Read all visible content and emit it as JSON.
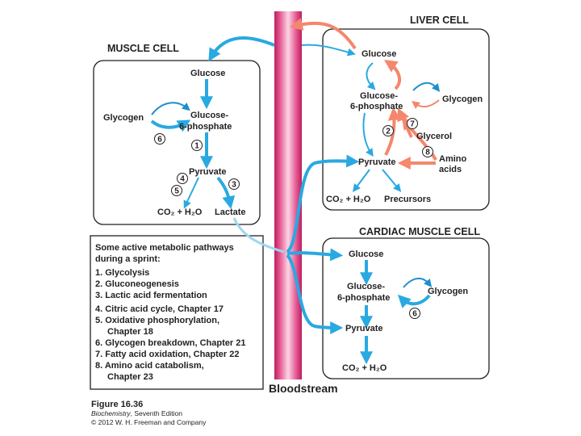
{
  "liver_cell": {
    "title": "LIVER CELL",
    "glucose": "Glucose",
    "g6p_line1": "Glucose-",
    "g6p_line2": "6-phosphate",
    "glycogen": "Glycogen",
    "glycerol": "Glycerol",
    "amino_line1": "Amino",
    "amino_line2": "acids",
    "pyruvate": "Pyruvate",
    "co2_h2o": "CO₂ + H₂O",
    "precursors": "Precursors",
    "step2": "2",
    "step7": "7",
    "step8": "8"
  },
  "muscle_cell": {
    "title": "MUSCLE CELL",
    "glucose": "Glucose",
    "glycogen": "Glycogen",
    "g6p_line1": "Glucose-",
    "g6p_line2": "6-phosphate",
    "pyruvate": "Pyruvate",
    "co2_h2o": "CO₂ + H₂O",
    "lactate": "Lactate",
    "step6": "6",
    "step1": "1",
    "step4": "4",
    "step5": "5",
    "step3": "3"
  },
  "cardiac_cell": {
    "title": "CARDIAC MUSCLE CELL",
    "glucose": "Glucose",
    "g6p_line1": "Glucose-",
    "g6p_line2": "6-phosphate",
    "glycogen": "Glycogen",
    "pyruvate": "Pyruvate",
    "co2_h2o": "CO₂ + H₂O",
    "step6": "6"
  },
  "legend": {
    "heading_line1": "Some active metabolic pathways",
    "heading_line2": "during a sprint:",
    "items": [
      "1. Glycolysis",
      "2. Gluconeogenesis",
      "3. Lactic acid fermentation",
      "4. Citric acid cycle, Chapter 17",
      "5. Oxidative phosphorylation,",
      "Chapter 18",
      "6. Glycogen breakdown, Chapter 21",
      "7. Fatty acid oxidation, Chapter 22",
      "8. Amino acid catabolism,",
      "Chapter 23"
    ]
  },
  "bloodstream": {
    "label": "Bloodstream"
  },
  "caption": {
    "figure": "Figure 16.36",
    "book": "Biochemistry",
    "edition": ", Seventh Edition",
    "copyright": "© 2012 W. H. Freeman and Company"
  },
  "colors": {
    "blue_arrow": "#29a9e1",
    "orange_arrow": "#f4876c",
    "bloodstream_pink": "#e95a97"
  }
}
